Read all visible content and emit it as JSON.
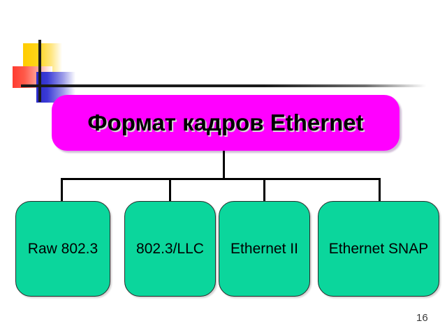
{
  "slide": {
    "title": "Формат кадров Ethernet",
    "page_number": "16",
    "colors": {
      "title_box": "#FF00FF",
      "leaf_box": "#0BD69C",
      "title_text": "#000000",
      "connector": "#000000",
      "logo_yellow": "#FFCC00",
      "logo_red": "#FF3B30",
      "logo_blue": "#2B2BC8"
    },
    "logo": {
      "yellow_block": "yellow-gradient-block",
      "red_block": "red-gradient-block",
      "blue_block": "blue-gradient-block",
      "vertical_rule": "vertical-rule",
      "horizontal_rule": "horizontal-rule"
    }
  },
  "diagram": {
    "type": "tree",
    "root": "Формат кадров Ethernet",
    "children": [
      {
        "label": "Raw 802.3"
      },
      {
        "label": "802.3/LLC"
      },
      {
        "label": "Ethernet II"
      },
      {
        "label": "Ethernet SNAP"
      }
    ]
  }
}
